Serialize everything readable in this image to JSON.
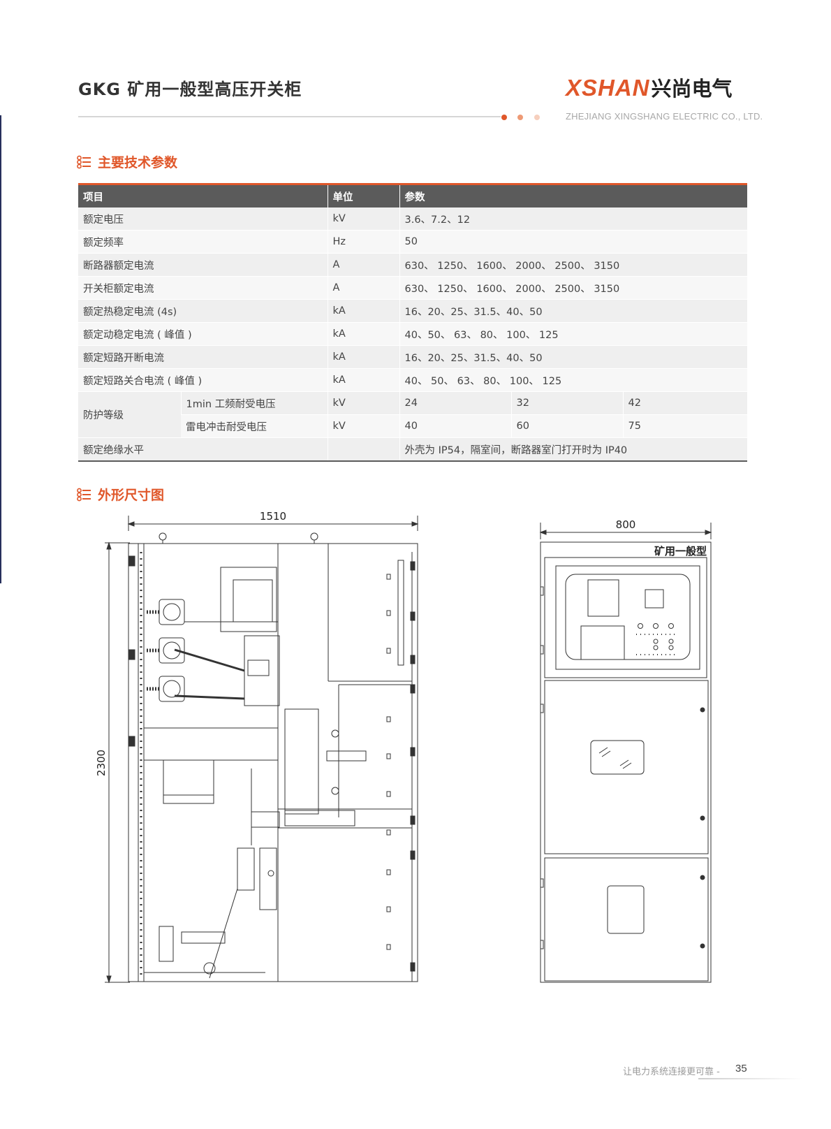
{
  "header": {
    "title": "GKG 矿用一般型高压开关柜",
    "logo_latin": "XSHAN",
    "logo_cjk": "兴尚电气",
    "company_en": "ZHEJIANG XINGSHANG ELECTRIC CO., LTD."
  },
  "colors": {
    "accent": "#e0572a",
    "header_bg": "#5b5b5b",
    "row_odd": "#efefef",
    "row_even": "#f7f7f7"
  },
  "sections": {
    "specs_title": "主要技术参数",
    "dimensions_title": "外形尺寸图"
  },
  "table": {
    "headers": [
      "项目",
      "单位",
      "参数"
    ],
    "rows": [
      {
        "item": "额定电压",
        "unit": "kV",
        "value": "3.6、7.2、12"
      },
      {
        "item": "额定频率",
        "unit": "Hz",
        "value": "50"
      },
      {
        "item": "断路器额定电流",
        "unit": "A",
        "value": "630、 1250、 1600、 2000、 2500、 3150"
      },
      {
        "item": "开关柜额定电流",
        "unit": "A",
        "value": "630、 1250、 1600、 2000、 2500、 3150"
      },
      {
        "item": "额定热稳定电流 (4s)",
        "unit": "kA",
        "value": "16、20、25、31.5、40、50"
      },
      {
        "item": "额定动稳定电流 ( 峰值 )",
        "unit": "kA",
        "value": "40、50、 63、 80、 100、 125"
      },
      {
        "item": "额定短路开断电流",
        "unit": "kA",
        "value": "16、20、25、31.5、40、50"
      },
      {
        "item": "额定短路关合电流 ( 峰值 )",
        "unit": "kA",
        "value": "40、 50、 63、 80、 100、 125"
      }
    ],
    "protection": {
      "group": "防护等级",
      "rows": [
        {
          "sub": "1min 工频耐受电压",
          "unit": "kV",
          "values": [
            "24",
            "32",
            "42"
          ]
        },
        {
          "sub": "雷电冲击耐受电压",
          "unit": "kV",
          "values": [
            "40",
            "60",
            "75"
          ]
        }
      ]
    },
    "insulation": {
      "item": "额定绝缘水平",
      "unit": "",
      "value": "外壳为 IP54，隔室间，断路器室门打开时为 IP40"
    }
  },
  "drawing": {
    "side_width": "1510",
    "side_height": "2300",
    "front_width": "800",
    "front_label": "矿用一般型"
  },
  "footer": {
    "slogan": "让电力系统连接更可靠 -",
    "page": "35"
  }
}
